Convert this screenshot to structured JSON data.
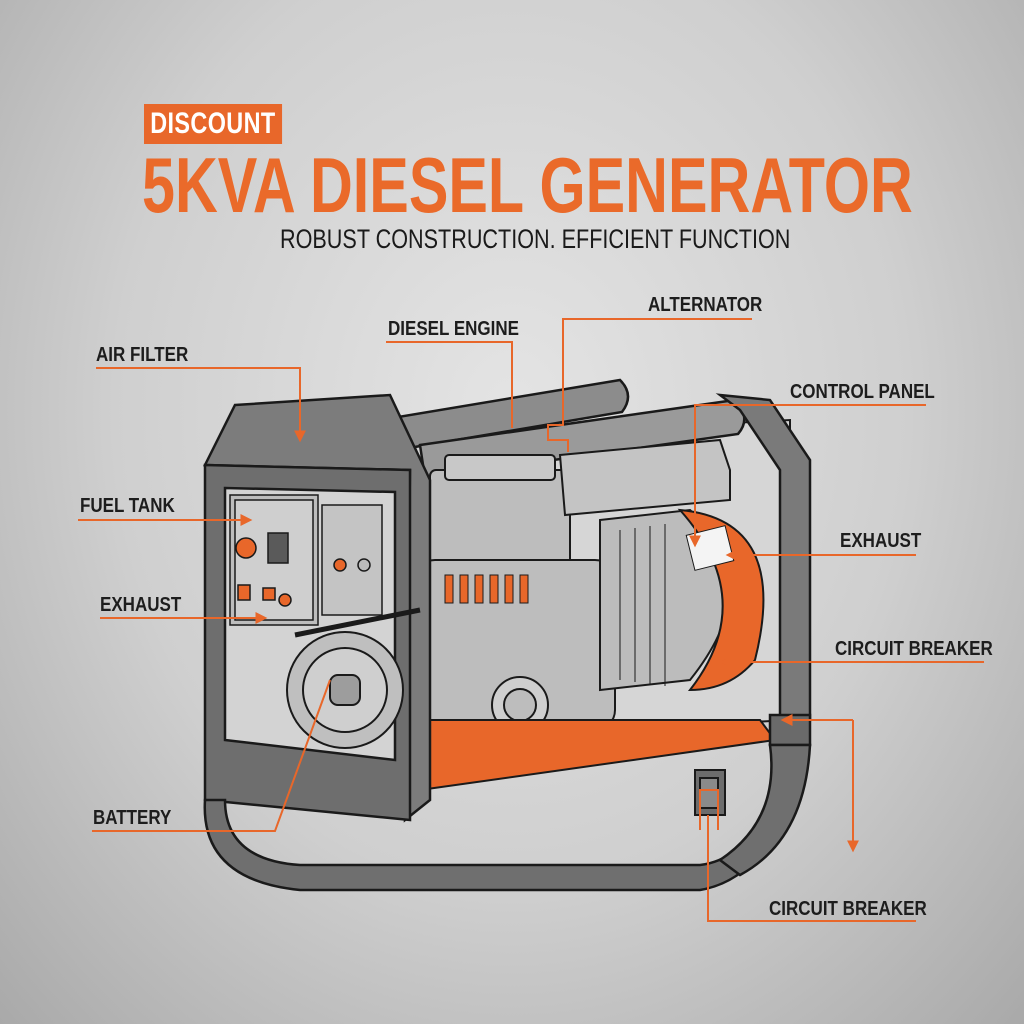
{
  "header": {
    "badge": "DISCOUNT",
    "title": "5KVA DIESEL GENERATOR",
    "subtitle": "ROBUST CONSTRUCTION. EFFICIENT FUNCTION"
  },
  "colors": {
    "accent": "#e8672a",
    "frame": "#7a7a7a",
    "frame_dark": "#5e5e5e",
    "engine": "#bdbdbd",
    "outline": "#1a1a1a",
    "background": "#d2d2d2"
  },
  "callouts": [
    {
      "id": "air-filter",
      "label": "AIR FILTER"
    },
    {
      "id": "diesel-engine",
      "label": "DIESEL ENGINE"
    },
    {
      "id": "alternator",
      "label": "ALTERNATOR"
    },
    {
      "id": "control-panel",
      "label": "CONTROL PANEL"
    },
    {
      "id": "fuel-tank",
      "label": "FUEL TANK"
    },
    {
      "id": "exhaust-left",
      "label": "EXHAUST"
    },
    {
      "id": "exhaust-right",
      "label": "EXHAUST"
    },
    {
      "id": "circuit-breaker-right",
      "label": "CIRCUIT BREAKER"
    },
    {
      "id": "battery",
      "label": "BATTERY"
    },
    {
      "id": "circuit-breaker-bottom",
      "label": "CIRCUIT BREAKER"
    }
  ]
}
